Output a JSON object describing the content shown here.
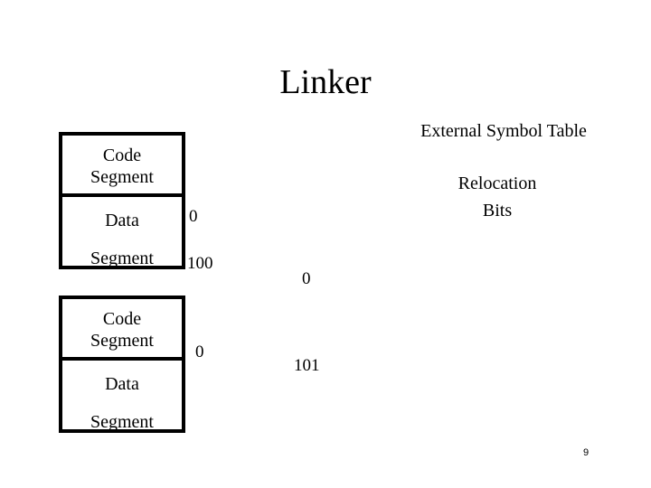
{
  "slide": {
    "title": "Linker",
    "page_number": "9",
    "background_color": "#ffffff",
    "text_color": "#000000",
    "border_color": "#000000"
  },
  "labels": {
    "external_symbol_table": "External Symbol Table",
    "relocation_line1": "Relocation",
    "relocation_line2": "Bits"
  },
  "object_files": [
    {
      "id": "object-file-a",
      "boxes": [
        {
          "line1": "Code",
          "line2": "Segment"
        },
        {
          "line1": "Data",
          "line2": "Segment"
        }
      ],
      "offsets": [
        {
          "id": "offset-a-top",
          "value": "0"
        },
        {
          "id": "offset-a-bottom",
          "value": "100"
        }
      ]
    },
    {
      "id": "object-file-b",
      "boxes": [
        {
          "line1": "Code",
          "line2": "Segment"
        },
        {
          "line1": "Data",
          "line2": "Segment"
        }
      ],
      "offsets": [
        {
          "id": "offset-b-top",
          "value": "0"
        }
      ]
    }
  ],
  "symbol_values": [
    {
      "id": "symval-0",
      "value": "0"
    },
    {
      "id": "symval-101",
      "value": "101"
    }
  ]
}
